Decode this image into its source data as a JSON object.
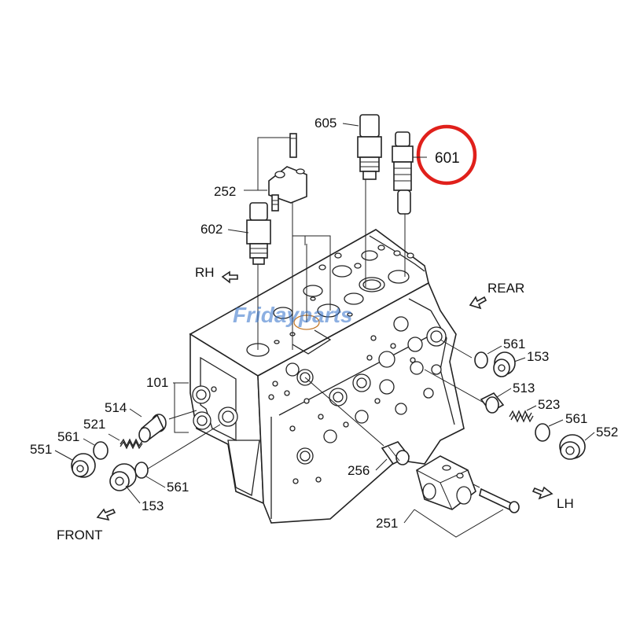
{
  "watermark": "Fridayparts",
  "highlight_color": "#e0201b",
  "directions": {
    "rh": "RH",
    "rear": "REAR",
    "front": "FRONT",
    "lh": "LH"
  },
  "parts": {
    "p605": "605",
    "p601": "601",
    "p252": "252",
    "p602": "602",
    "p101": "101",
    "p514": "514",
    "p521": "521",
    "p561a": "561",
    "p551": "551",
    "p153a": "153",
    "p561b": "561",
    "p561c": "561",
    "p153b": "153",
    "p513": "513",
    "p523": "523",
    "p561d": "561",
    "p552": "552",
    "p256": "256",
    "p251": "251"
  }
}
